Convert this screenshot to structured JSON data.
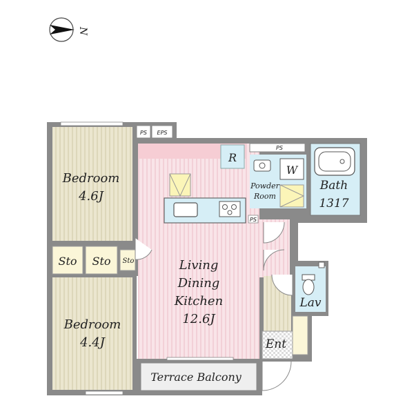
{
  "compass": {
    "label": "N"
  },
  "rooms": {
    "bedroom_north": {
      "name": "Bedroom",
      "size": "4.6J"
    },
    "bedroom_south": {
      "name": "Bedroom",
      "size": "4.4J"
    },
    "ldk": {
      "line1": "Living",
      "line2": "Dining",
      "line3": "Kitchen",
      "size": "12.6J"
    },
    "bath": {
      "name": "Bath",
      "size": "1317"
    },
    "powder": {
      "line1": "Powder",
      "line2": "Room"
    },
    "lav": {
      "name": "Lav"
    },
    "entrance": {
      "name": "Ent"
    },
    "terrace": {
      "name": "Terrace Balcony"
    }
  },
  "fixtures": {
    "sto_1": "Sto",
    "sto_2": "Sto",
    "sto_3": "Sto",
    "refrigerator": "R",
    "washer": "W",
    "ps_top": "PS",
    "eps_top": "EPS",
    "ps_bath": "PS",
    "ps_kitchen": "PS"
  },
  "colors": {
    "bedroom_floor": "#ebe6cf",
    "bedroom_line": "#cfc8a6",
    "ldk_floor": "#f9e4e8",
    "ldk_line": "#ecbcc6",
    "wet_area": "#d6eef6",
    "storage": "#fbf6d8",
    "wall": "#8a8a8a",
    "yellow_fixture": "#fbf5b8"
  }
}
